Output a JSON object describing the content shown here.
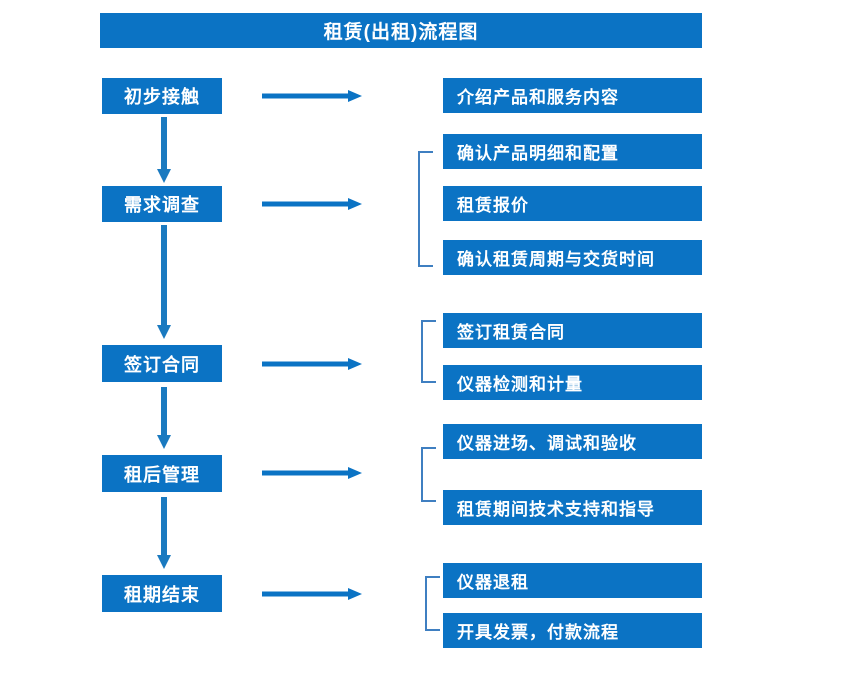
{
  "chart_data": {
    "type": "diagram",
    "title": "租赁(出租)流程图",
    "orientation": "vertical-with-branches",
    "accent_color": "#0b73c4",
    "bracket_color": "#3f7fc1",
    "background": "#ffffff"
  },
  "header": {
    "title": "租赁(出租)流程图"
  },
  "stages": [
    {
      "label": "初步接触",
      "details": [
        "介绍产品和服务内容"
      ],
      "bracketed": false
    },
    {
      "label": "需求调查",
      "details": [
        "确认产品明细和配置",
        "租赁报价",
        "确认租赁周期与交货时间"
      ],
      "bracketed": true
    },
    {
      "label": "签订合同",
      "details": [
        "签订租赁合同",
        "仪器检测和计量"
      ],
      "bracketed": true
    },
    {
      "label": "租后管理",
      "details": [
        "仪器进场、调试和验收",
        "租赁期间技术支持和指导"
      ],
      "bracketed": true
    },
    {
      "label": "租期结束",
      "details": [
        "仪器退租",
        "开具发票，付款流程"
      ],
      "bracketed": true
    }
  ],
  "icons": {
    "arrow_right": "right-arrow-icon",
    "arrow_down": "down-arrow-icon",
    "bracket": "group-bracket-icon"
  }
}
